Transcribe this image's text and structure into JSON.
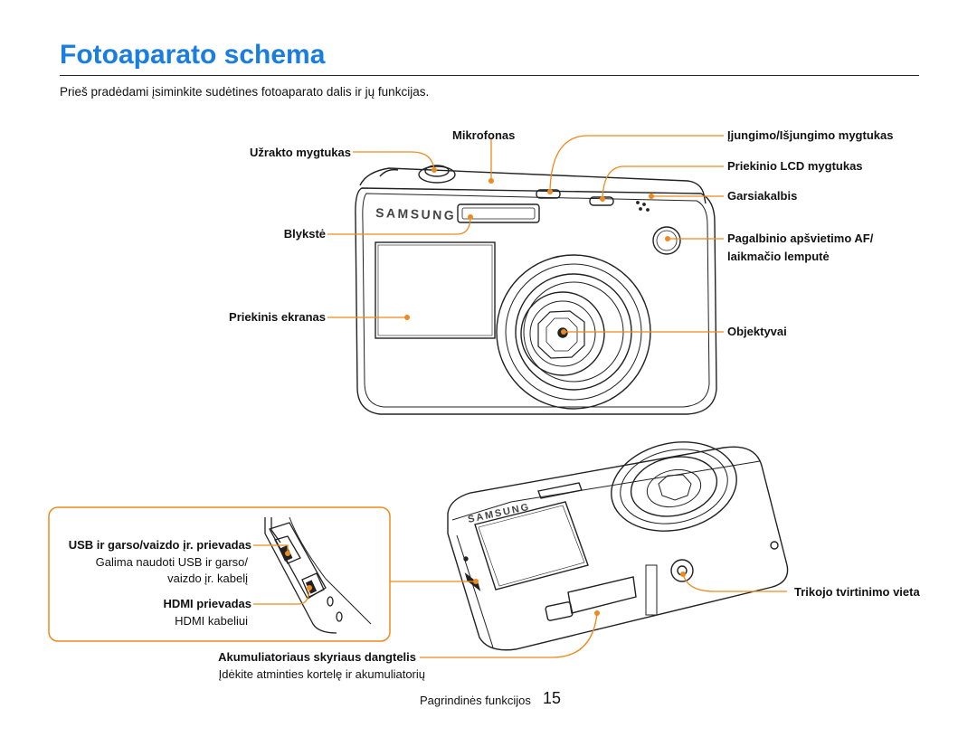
{
  "title": "Fotoaparato schema",
  "intro": "Prieš pradėdami įsiminkite sudėtines fotoaparato dalis ir jų funkcijas.",
  "brand": "SAMSUNG",
  "labels": {
    "shutter": "Užrakto mygtukas",
    "microphone": "Mikrofonas",
    "power": "Įjungimo/Išjungimo mygtukas",
    "front_lcd_button": "Priekinio LCD mygtukas",
    "speaker": "Garsiakalbis",
    "af_lamp_1": "Pagalbinio apšvietimo AF/",
    "af_lamp_2": "laikmačio lemputė",
    "flash": "Blykstė",
    "front_screen": "Priekinis ekranas",
    "lens": "Objektyvai",
    "usb_port": "USB ir garso/vaizdo įr. prievadas",
    "usb_desc_1": "Galima naudoti USB ir garso/",
    "usb_desc_2": "vaizdo įr. kabelį",
    "hdmi_port": "HDMI prievadas",
    "hdmi_desc": "HDMI kabeliui",
    "tripod": "Trikojo tvirtinimo vieta",
    "battery_cover": "Akumuliatoriaus skyriaus dangtelis",
    "battery_desc": "Įdėkite atminties kortelę ir akumuliatorių"
  },
  "footer": {
    "section": "Pagrindinės funkcijos",
    "page": "15"
  },
  "colors": {
    "title": "#1a7de0",
    "callout": "#ef8a1e"
  }
}
